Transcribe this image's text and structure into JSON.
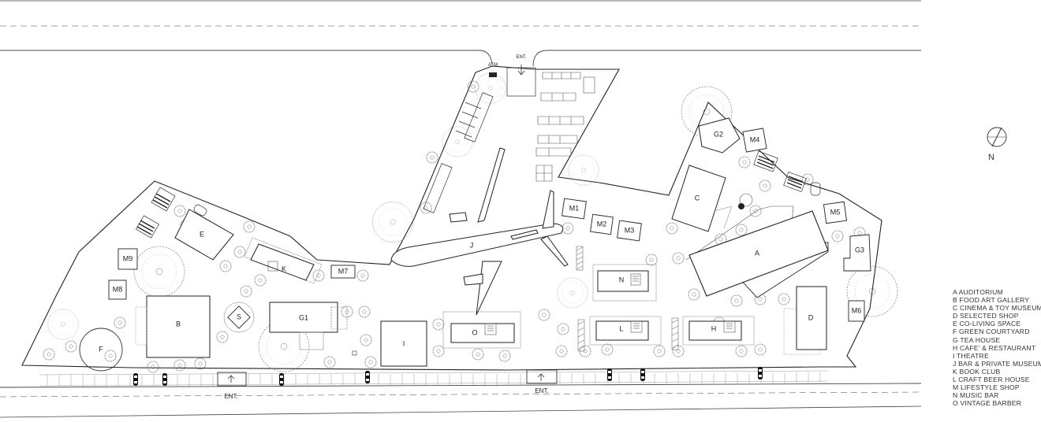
{
  "plan": {
    "labels": {
      "A": "A",
      "B": "B",
      "C": "C",
      "D": "D",
      "E": "E",
      "F": "F",
      "G1": "G1",
      "G2": "G2",
      "G3": "G3",
      "H": "H",
      "I": "I",
      "J": "J",
      "K": "K",
      "L": "L",
      "M1": "M1",
      "M2": "M2",
      "M3": "M3",
      "M4": "M4",
      "M5": "M5",
      "M6": "M6",
      "M7": "M7",
      "M8": "M8",
      "M9": "M9",
      "N": "N",
      "O": "O",
      "S": "S"
    },
    "entrances": {
      "top": "ENT.",
      "bottom_left": "ENT.",
      "bottom_center": "ENT."
    },
    "atm": "ATM"
  },
  "north": {
    "label": "N"
  },
  "legend": [
    "A  AUDITORIUM",
    "B  FOOD ART GALLERY",
    "C  CINEMA & TOY MUSEUM",
    "D  SELECTED SHOP",
    "E  CO-LIVING SPACE",
    "F  GREEN COURTYARD",
    "G  TEA HOUSE",
    "H  CAFE' & RESTAURANT",
    "I  THEATRE",
    "J  BAR & PRIVATE MUSEUM",
    "K  BOOK CLUB",
    "L  CRAFT BEER HOUSE",
    "M LIFESTYLE SHOP",
    "N  MUSIC BAR",
    "O  VINTAGE BARBER"
  ]
}
